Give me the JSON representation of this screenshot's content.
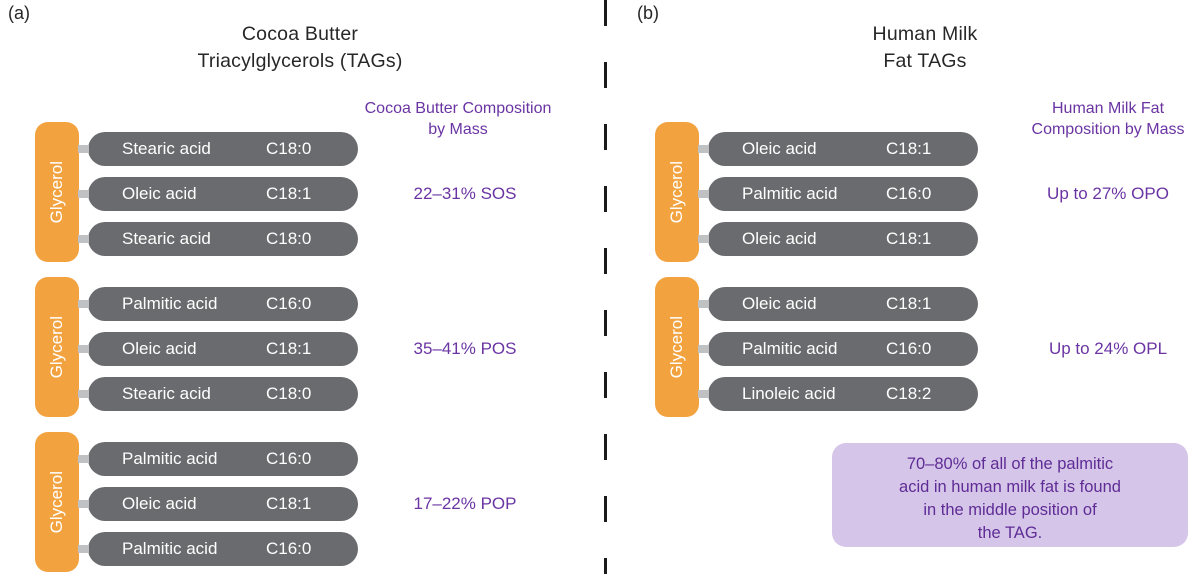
{
  "panel_a": {
    "label": "(a)",
    "title_line1": "Cocoa Butter",
    "title_line2": "Triacylglycerols (TAGs)",
    "composition_header_line1": "Cocoa Butter Composition",
    "composition_header_line2": "by Mass",
    "glycerol_label": "Glycerol",
    "tags": [
      {
        "fatty_acids": [
          {
            "name": "Stearic acid",
            "carbon": "C18:0"
          },
          {
            "name": "Oleic acid",
            "carbon": "C18:1"
          },
          {
            "name": "Stearic acid",
            "carbon": "C18:0"
          }
        ],
        "composition": "22–31% SOS"
      },
      {
        "fatty_acids": [
          {
            "name": "Palmitic acid",
            "carbon": "C16:0"
          },
          {
            "name": "Oleic acid",
            "carbon": "C18:1"
          },
          {
            "name": "Stearic acid",
            "carbon": "C18:0"
          }
        ],
        "composition": "35–41% POS"
      },
      {
        "fatty_acids": [
          {
            "name": "Palmitic acid",
            "carbon": "C16:0"
          },
          {
            "name": "Oleic acid",
            "carbon": "C18:1"
          },
          {
            "name": "Palmitic acid",
            "carbon": "C16:0"
          }
        ],
        "composition": "17–22% POP"
      }
    ]
  },
  "panel_b": {
    "label": "(b)",
    "title_line1": "Human Milk",
    "title_line2": "Fat TAGs",
    "composition_header_line1": "Human Milk Fat",
    "composition_header_line2": "Composition by Mass",
    "glycerol_label": "Glycerol",
    "tags": [
      {
        "fatty_acids": [
          {
            "name": "Oleic acid",
            "carbon": "C18:1"
          },
          {
            "name": "Palmitic acid",
            "carbon": "C16:0"
          },
          {
            "name": "Oleic acid",
            "carbon": "C18:1"
          }
        ],
        "composition": "Up to 27% OPO"
      },
      {
        "fatty_acids": [
          {
            "name": "Oleic acid",
            "carbon": "C18:1"
          },
          {
            "name": "Palmitic acid",
            "carbon": "C16:0"
          },
          {
            "name": "Linoleic acid",
            "carbon": "C18:2"
          }
        ],
        "composition": "Up to 24% OPL"
      }
    ],
    "note_lines": [
      "70–80% of all of the palmitic",
      "acid in human milk fat is found",
      "in the middle position of",
      "the TAG."
    ]
  },
  "colors": {
    "glycerol_orange": "#F2A340",
    "fatty_acid_gray": "#6A6B6E",
    "connector_gray": "#BFC1C3",
    "purple_text": "#6A34A3",
    "note_background": "#D5C5E8",
    "note_text": "#5F2C96",
    "title_text": "#272727",
    "divider_black": "#1B1B1B"
  }
}
